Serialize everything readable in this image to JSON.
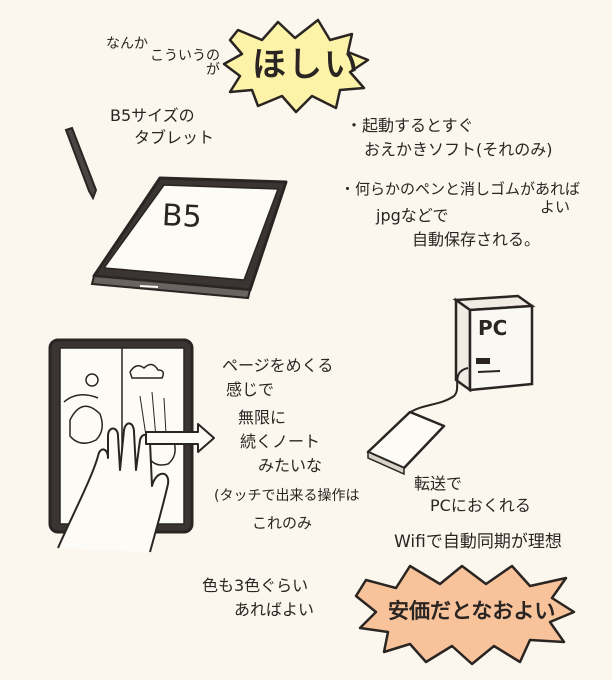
{
  "top": {
    "line1": "なんか",
    "line2": "こういうの",
    "line3": "が",
    "burst_label": "ほしい"
  },
  "tablet_note": {
    "line1": "B5サイズの",
    "line2": "タブレット",
    "screen_label": "B5"
  },
  "features": {
    "item1_line1": "・起動するとすぐ",
    "item1_line2": "おえかきソフト(それのみ)",
    "item2_line1": "・何らかのペンと消しゴムがあれば",
    "item2_tail": "よい",
    "item2_line2": "jpgなどで",
    "item2_line3": "自動保存される。"
  },
  "pc": {
    "label": "PC",
    "transfer_line1": "転送で",
    "transfer_line2": "PCにおくれる",
    "wifi_line": "Wifiで自動同期が理想"
  },
  "page_turn": {
    "line1": "ページをめくる",
    "line2": "感じで",
    "line3": "無限に",
    "line4": "続くノート",
    "line5": "みたいな",
    "line6": "(タッチで出来る操作は",
    "line7": "これのみ"
  },
  "color_note": {
    "line1": "色も3色ぐらい",
    "line2": "あればよい"
  },
  "price_burst": {
    "label": "安価だとなおよい"
  },
  "colors": {
    "top_burst": "#fdf3a8",
    "price_burst": "#f8c29a",
    "ink": "#2a2522",
    "screen": "#fdfbf6"
  }
}
